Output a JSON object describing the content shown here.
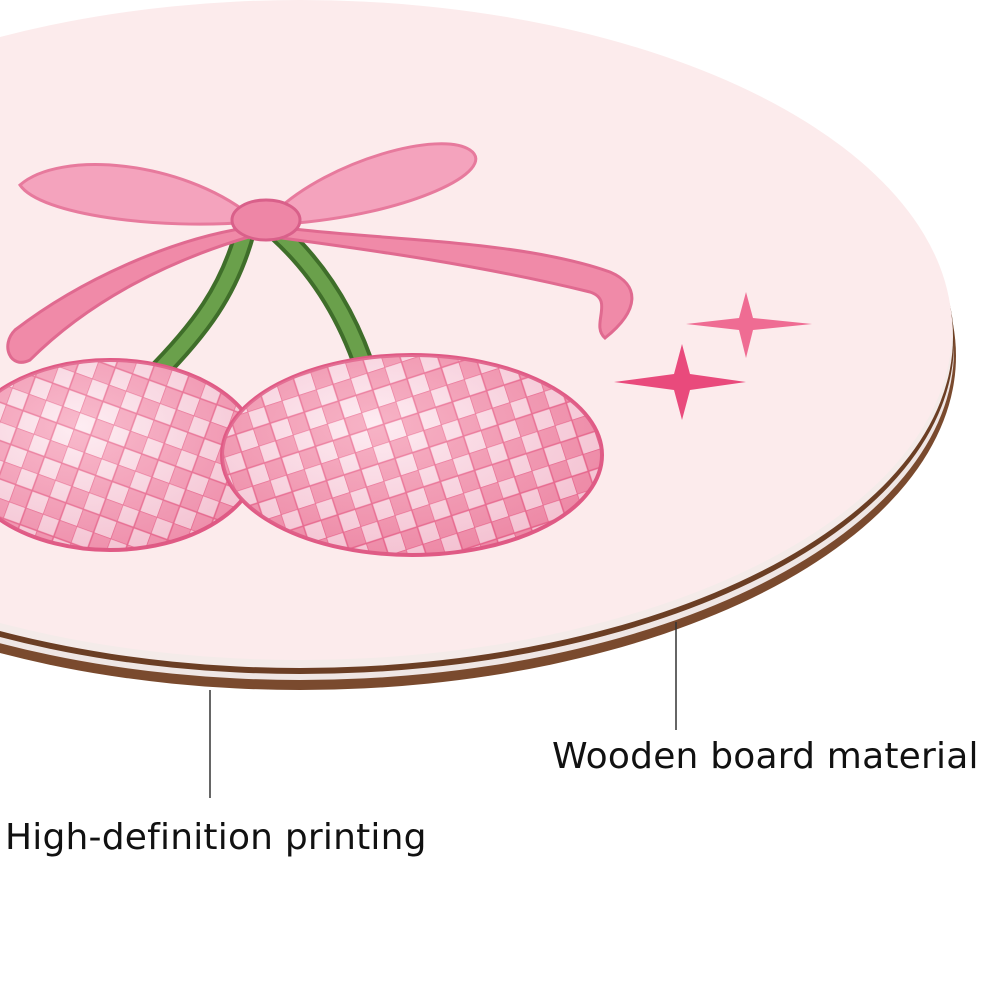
{
  "callouts": {
    "wooden_board": "Wooden board material",
    "printing": "High-definition printing"
  },
  "design": {
    "subject": "pink bow with checkered disco-ball cherries and sparkles",
    "icons": [
      "bow-icon",
      "cherry-icon",
      "sparkle-icon"
    ]
  },
  "colors": {
    "board_surface": "#fcebec",
    "board_edge": "#7a4a2e",
    "bow": "#f08aa8",
    "stem": "#5b8f3f",
    "cherry_pink": "#f49ab3",
    "cherry_light": "#fce3ea",
    "sparkle": "#e94a7c",
    "text": "#111111"
  }
}
